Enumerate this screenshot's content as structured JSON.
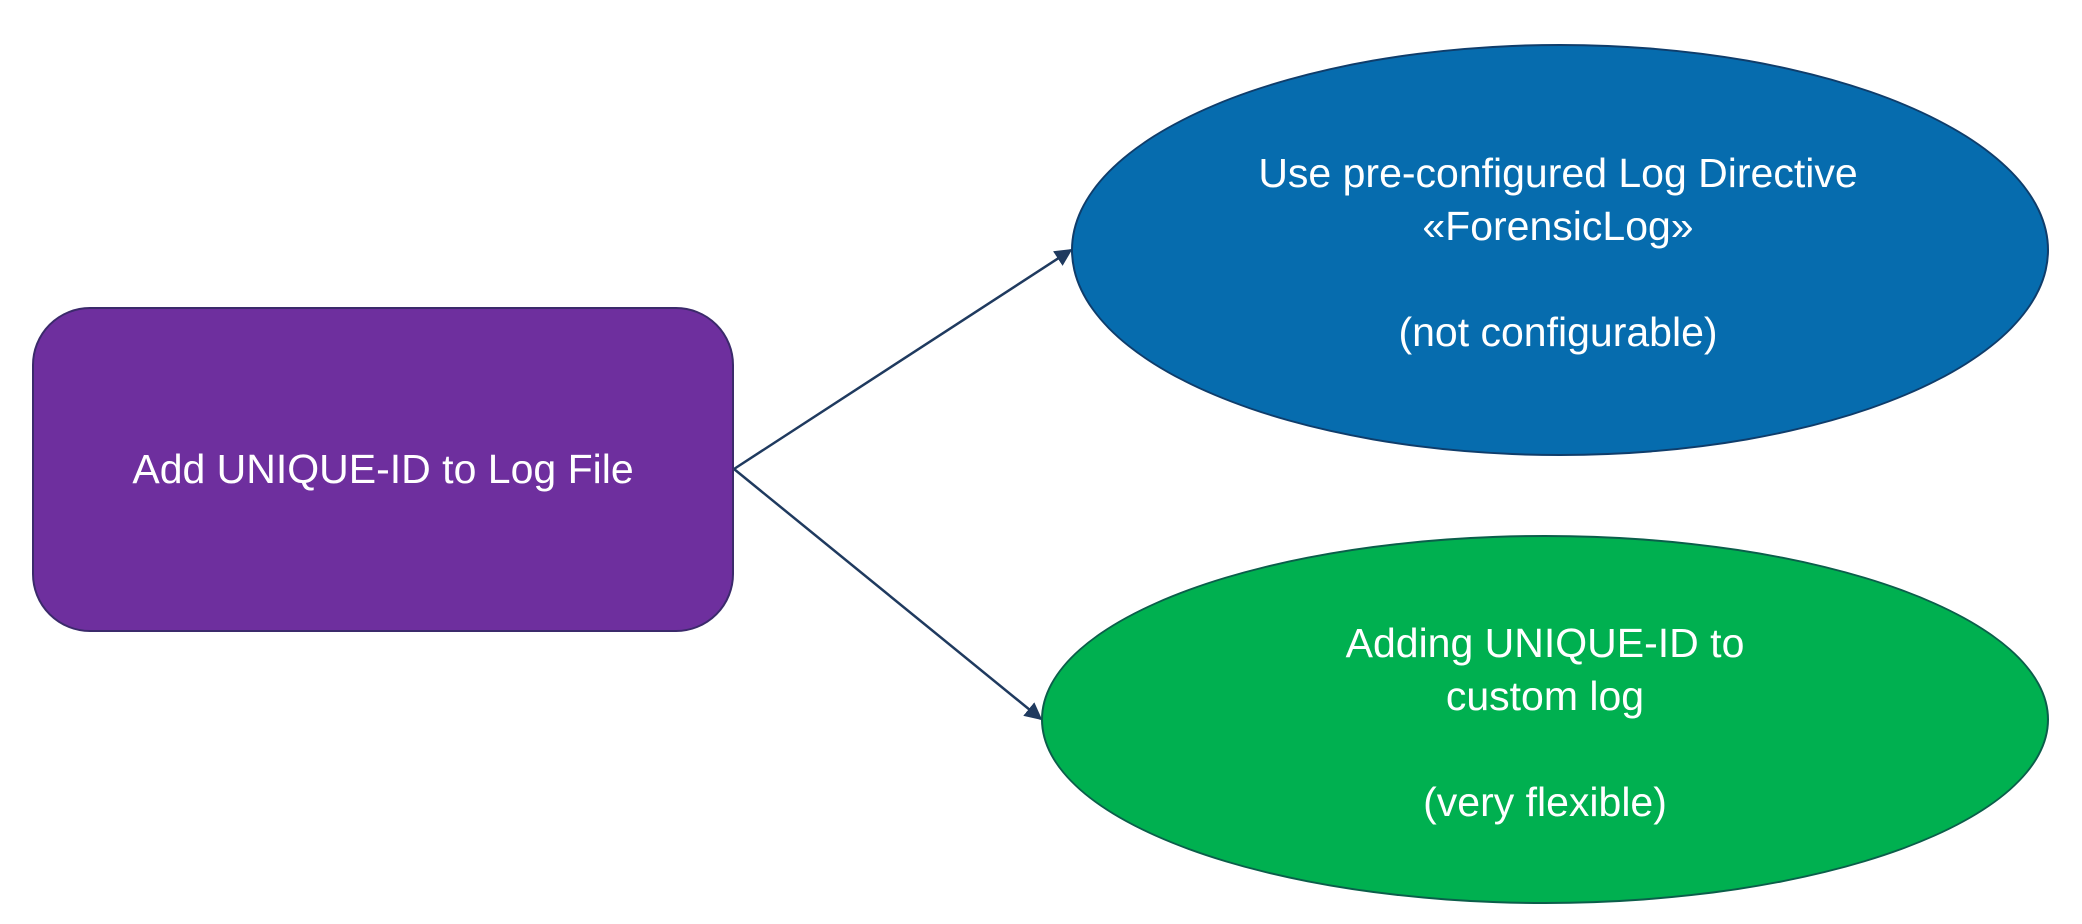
{
  "diagram": {
    "source": {
      "label": "Add UNIQUE-ID to Log File",
      "color": "#6e2f9e"
    },
    "options": [
      {
        "line1": "Use pre-configured Log Directive",
        "line2": "«ForensicLog»",
        "note": "(not configurable)",
        "color": "#066cae"
      },
      {
        "line1": "Adding UNIQUE-ID to",
        "line2": "custom log",
        "note": "(very flexible)",
        "color": "#00b050"
      }
    ],
    "arrow_color": "#1f3a5f"
  }
}
